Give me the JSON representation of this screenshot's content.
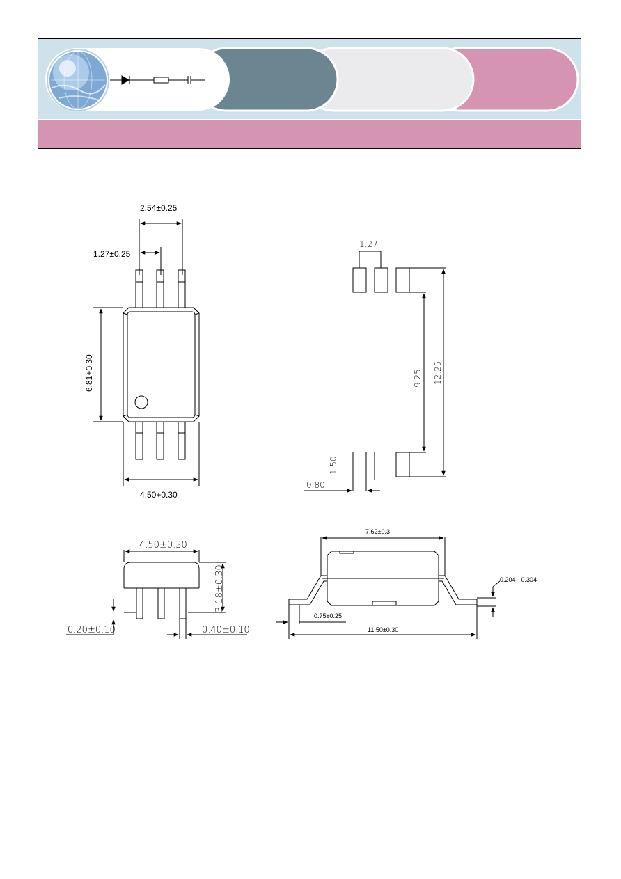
{
  "header": {
    "logo_icon": "globe-logo-icon",
    "symbol_icons": [
      "diode-icon",
      "resistor-icon",
      "capacitor-icon"
    ],
    "colors": {
      "header_bg": "#cde2eb",
      "slate": "#6b8591",
      "light": "#ebebed",
      "pink": "#d595b2"
    }
  },
  "top_view": {
    "pitch_label": "2.54±0.25",
    "half_pitch_label": "1.27±0.25",
    "body_height_label": "6.81+0.30",
    "body_width_label": "4.50+0.30"
  },
  "footprint": {
    "pad_pitch_label": "1.27",
    "inner_span_label": "9.25",
    "outer_span_label": "12.25",
    "pad_height_label": "1.50",
    "pad_width_label": "0.80"
  },
  "end_view": {
    "width_label": "4.50±0.30",
    "height_label": "3.18±0.30",
    "standoff_label": "0.20±0.10",
    "lead_width_label": "0.40±0.10"
  },
  "side_view": {
    "body_length_label": "7.62±0.3",
    "lead_thickness_label": "0.204 - 0.304",
    "lead_foot_label": "0.75±0.25",
    "overall_length_label": "11.50±0.30"
  }
}
